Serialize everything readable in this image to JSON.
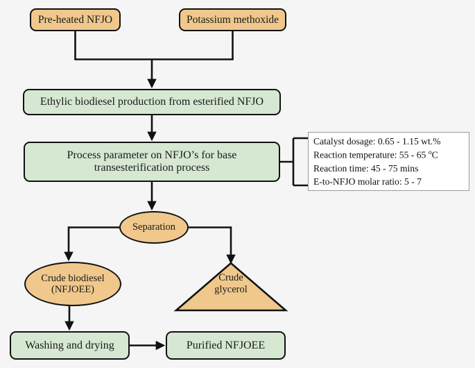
{
  "diagram": {
    "title": "Biodiesel production process flowchart",
    "background_color": "#f5f5f5",
    "colors": {
      "reactant_fill": "#f0c88c",
      "process_fill": "#d6e8d2",
      "stroke": "#111111",
      "note_fill": "#ffffff"
    }
  },
  "nodes": {
    "preheated": {
      "label": "Pre-heated NFJO",
      "shape": "rounded-rect",
      "fill": "#f0c88c"
    },
    "potassium": {
      "label": "Potassium methoxide",
      "shape": "rounded-rect",
      "fill": "#f0c88c"
    },
    "ethylic": {
      "label": "Ethylic biodiesel production from esterified NFJO",
      "shape": "rounded-rect",
      "fill": "#d6e8d2"
    },
    "process_param": {
      "line1": "Process parameter on NFJO’s for base",
      "line2": "transesterification process",
      "shape": "rounded-rect",
      "fill": "#d6e8d2"
    },
    "separation": {
      "label": "Separation",
      "shape": "ellipse",
      "fill": "#f0c88c"
    },
    "crude_biodiesel": {
      "line1": "Crude biodiesel",
      "line2": "(NFJOEE)",
      "shape": "ellipse",
      "fill": "#f0c88c"
    },
    "crude_glycerol": {
      "line1": "Crude",
      "line2": "glycerol",
      "shape": "triangle",
      "fill": "#f0c88c"
    },
    "washing": {
      "label": "Washing and drying",
      "shape": "rounded-rect",
      "fill": "#d6e8d2"
    },
    "purified": {
      "label": "Purified NFJOEE",
      "shape": "rounded-rect",
      "fill": "#d6e8d2"
    }
  },
  "parameters_note": {
    "lines": [
      "Catalyst dosage: 0.65 - 1.15 wt.%",
      "Reaction temperature: 55 - 65 ºC",
      "Reaction time: 45 - 75 mins",
      "E-to-NFJO molar ratio: 5 - 7"
    ],
    "line1": "Catalyst dosage: 0.65 - 1.15 wt.%",
    "line2_pre": "Reaction temperature: 55 - 65 ",
    "line2_sup": "o",
    "line2_post": "C",
    "line3": "Reaction time: 45 - 75 mins",
    "line4": "E-to-NFJO molar ratio: 5 - 7"
  },
  "edges": [
    {
      "from": "preheated",
      "to": "ethylic",
      "style": "elbow-merge"
    },
    {
      "from": "potassium",
      "to": "ethylic",
      "style": "elbow-merge"
    },
    {
      "from": "ethylic",
      "to": "process_param",
      "style": "straight-arrow"
    },
    {
      "from": "process_param",
      "to": "parameters_note",
      "style": "bracket"
    },
    {
      "from": "process_param",
      "to": "separation",
      "style": "straight-arrow"
    },
    {
      "from": "separation",
      "to": "crude_biodiesel",
      "style": "elbow-arrow"
    },
    {
      "from": "separation",
      "to": "crude_glycerol",
      "style": "elbow-arrow"
    },
    {
      "from": "crude_biodiesel",
      "to": "washing",
      "style": "straight-arrow"
    },
    {
      "from": "washing",
      "to": "purified",
      "style": "straight-arrow"
    }
  ]
}
